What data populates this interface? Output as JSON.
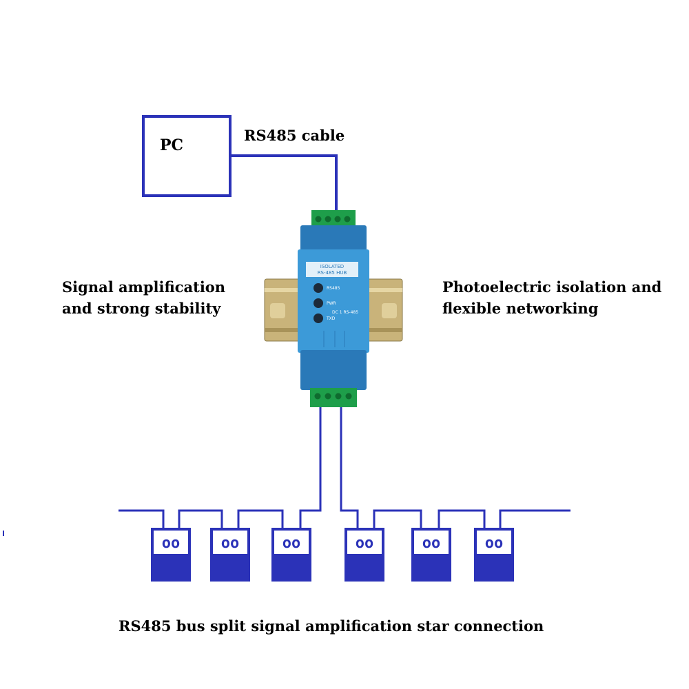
{
  "labels": {
    "pc": "PC",
    "cable": "RS485 cable",
    "left_caption": [
      "Signal amplification",
      "and strong stability"
    ],
    "right_caption": [
      "Photoelectric isolation and",
      "flexible networking"
    ],
    "bottom_caption": "RS485 bus split signal amplification star connection"
  },
  "hub": {
    "panel_lines": [
      "ISOLATED",
      "RS-485 HUB"
    ],
    "leds": [
      "RS485",
      "PWR",
      "TXD"
    ],
    "side_label": "DC 1 RS-485"
  },
  "devices": {
    "count": 6,
    "glyph": "oo"
  },
  "colors": {
    "wire": "#2b32b8",
    "device_fill": "#2b32b8",
    "hub_body": "#3c9ad8",
    "hub_dark": "#2a79b8",
    "terminal": "#1e9e4a",
    "din_rail": "#c9b37a",
    "text": "#000000"
  }
}
